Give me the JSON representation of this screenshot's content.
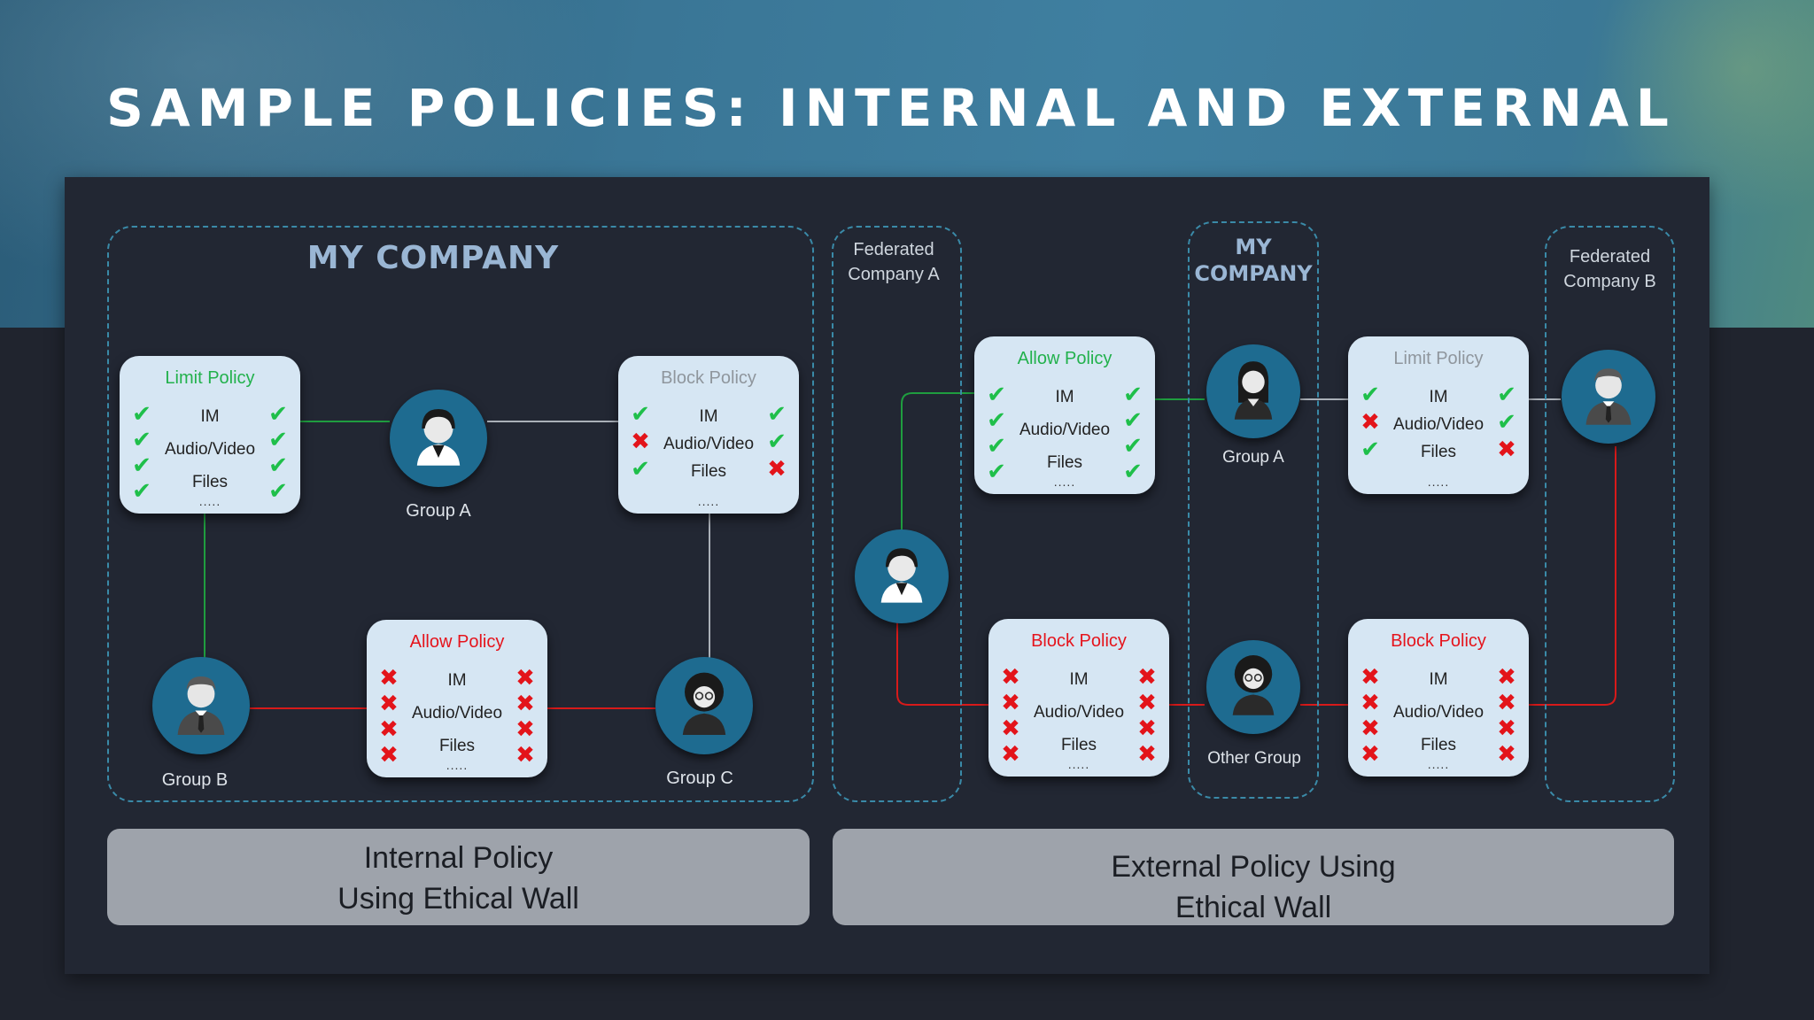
{
  "title": "SAMPLE POLICIES: INTERNAL AND EXTERNAL",
  "colors": {
    "line_green": "#1f9d3f",
    "line_red": "#d81a1a",
    "line_gray": "#aab0b8",
    "check": "#1fbf4a",
    "cross": "#e3141a"
  },
  "internal": {
    "zone_title": "MY COMPANY",
    "caption": [
      "Internal Policy",
      "Using Ethical Wall"
    ],
    "groups": {
      "a": "Group A",
      "b": "Group B",
      "c": "Group C"
    },
    "cards": {
      "limit": {
        "title": "Limit Policy",
        "rows": [
          "IM",
          "Audio/Video",
          "Files"
        ],
        "left": [
          "check",
          "check",
          "check",
          "check"
        ],
        "right": [
          "check",
          "check",
          "check",
          "check"
        ],
        "dots": "....."
      },
      "block": {
        "title": "Block Policy",
        "rows": [
          "IM",
          "Audio/Video",
          "Files"
        ],
        "left": [
          "check",
          "cross",
          "check"
        ],
        "right": [
          "check",
          "check",
          "cross"
        ],
        "dots": "....."
      },
      "allow": {
        "title": "Allow Policy",
        "rows": [
          "IM",
          "Audio/Video",
          "Files"
        ],
        "left": [
          "cross",
          "cross",
          "cross",
          "cross"
        ],
        "right": [
          "cross",
          "cross",
          "cross",
          "cross"
        ],
        "dots": "....."
      }
    }
  },
  "external": {
    "fed_a": [
      "Federated",
      "Company A"
    ],
    "my_company": [
      "MY",
      "COMPANY"
    ],
    "fed_b": [
      "Federated",
      "Company B"
    ],
    "caption": [
      "External Policy Using",
      "Ethical Wall"
    ],
    "groups": {
      "a": "Group A",
      "other": "Other Group"
    },
    "cards": {
      "allow": {
        "title": "Allow Policy",
        "rows": [
          "IM",
          "Audio/Video",
          "Files"
        ],
        "left": [
          "check",
          "check",
          "check",
          "check"
        ],
        "right": [
          "check",
          "check",
          "check",
          "check"
        ],
        "dots": "....."
      },
      "limit": {
        "title": "Limit Policy",
        "rows": [
          "IM",
          "Audio/Video",
          "Files"
        ],
        "left": [
          "check",
          "cross",
          "check"
        ],
        "right": [
          "check",
          "check",
          "cross"
        ],
        "dots": "....."
      },
      "block1": {
        "title": "Block Policy",
        "rows": [
          "IM",
          "Audio/Video",
          "Files"
        ],
        "left": [
          "cross",
          "cross",
          "cross",
          "cross"
        ],
        "right": [
          "cross",
          "cross",
          "cross",
          "cross"
        ],
        "dots": "....."
      },
      "block2": {
        "title": "Block Policy",
        "rows": [
          "IM",
          "Audio/Video",
          "Files"
        ],
        "left": [
          "cross",
          "cross",
          "cross",
          "cross"
        ],
        "right": [
          "cross",
          "cross",
          "cross",
          "cross"
        ],
        "dots": "....."
      }
    }
  }
}
